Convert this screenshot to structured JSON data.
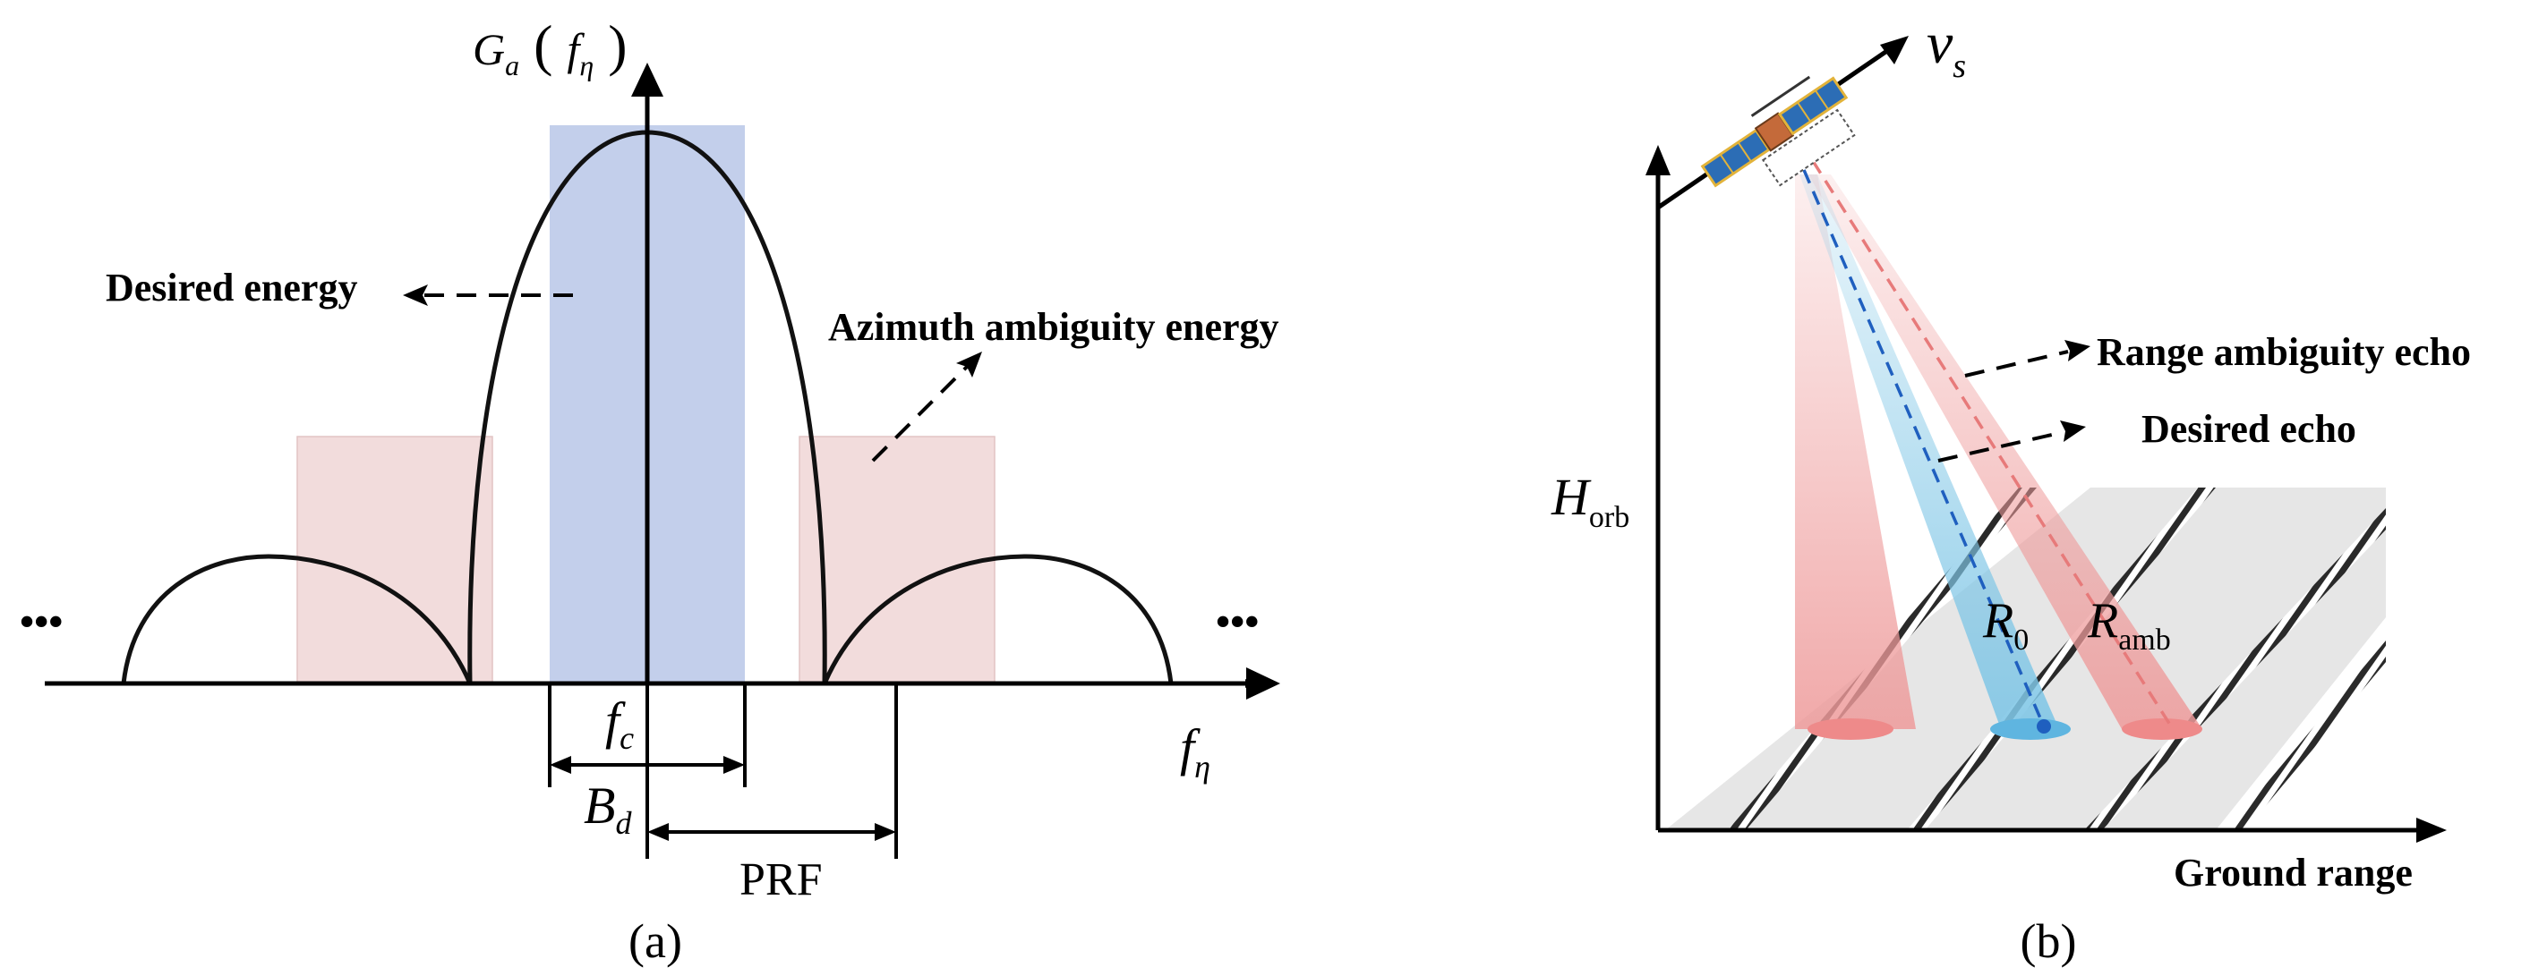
{
  "panel_a": {
    "y_axis_label_main": "G",
    "y_axis_label_sub": "a",
    "y_axis_label_arg": "f",
    "y_axis_label_arg_sub": "η",
    "desired_energy_label": "Desired energy",
    "ambiguity_energy_label": "Azimuth ambiguity energy",
    "ellipsis_left": "•••",
    "ellipsis_right": "•••",
    "fc_main": "f",
    "fc_sub": "c",
    "bd_main": "B",
    "bd_sub": "d",
    "prf_label": "PRF",
    "x_axis_main": "f",
    "x_axis_sub": "η",
    "caption": "(a)",
    "colors": {
      "desired_band": "#c3cfeb",
      "ambiguity_band": "#f2dcdc"
    }
  },
  "panel_b": {
    "velocity_main": "v",
    "velocity_sub": "s",
    "range_ambiguity_label": "Range ambiguity echo",
    "desired_echo_label": "Desired echo",
    "height_main": "H",
    "height_sub": "orb",
    "r0_main": "R",
    "r0_sub": "0",
    "ramb_main": "R",
    "ramb_sub": "amb",
    "ground_range_label": "Ground range",
    "caption": "(b)",
    "colors": {
      "desired_beam": "#7fc6e6",
      "ambiguity_beam": "#ee9a9a",
      "ground": "#e6e6e6",
      "satellite_panel": "#2c6db5"
    }
  }
}
